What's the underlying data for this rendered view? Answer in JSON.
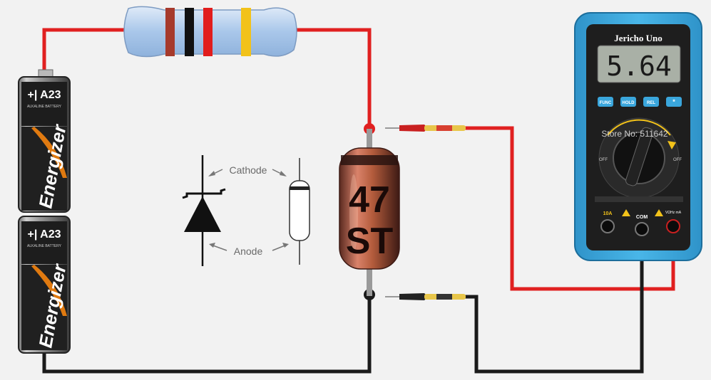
{
  "batteries": [
    {
      "top_label": "+| A23",
      "small_text": "ALKALINE BATTERY",
      "brand": "Energizer"
    },
    {
      "top_label": "+| A23",
      "small_text": "ALKALINE BATTERY",
      "brand": "Energizer"
    }
  ],
  "zener_diagram": {
    "cathode_label": "Cathode",
    "anode_label": "Anode"
  },
  "zener_diode": {
    "marking_line1": "47",
    "marking_line2": "ST"
  },
  "multimeter": {
    "brand": "Jericho Uno",
    "display_value": "5.64",
    "buttons": [
      "FUNC",
      "HOLD",
      "REL",
      "*"
    ],
    "dial_label_off_left": "OFF",
    "dial_label_off_right": "OFF",
    "jack_labels": [
      "10A",
      "COM",
      "VΩHz mA"
    ],
    "watermark": "Store No: 511642"
  },
  "colors": {
    "wire_positive": "#e02020",
    "wire_negative": "#1a1a1a",
    "multimeter_body": "#3aa6dc",
    "resistor_body": "#a9c7ea",
    "diode_glass": "#b45c3c"
  }
}
